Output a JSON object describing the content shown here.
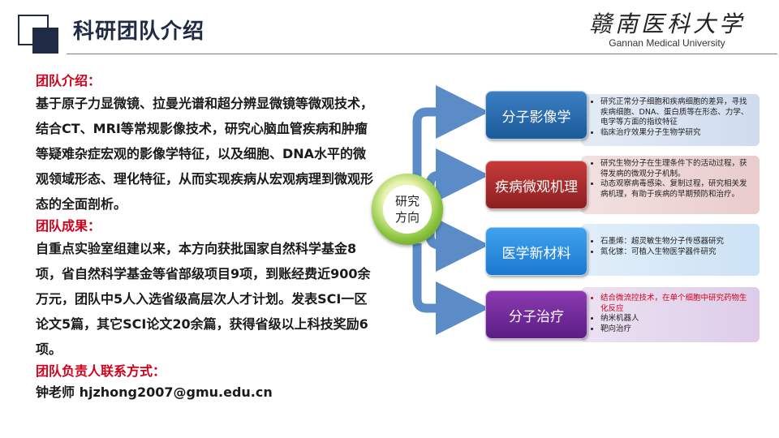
{
  "header": {
    "title": "科研团队介绍",
    "logo_cn": "赣南医科大学",
    "logo_en": "Gannan Medical University"
  },
  "intro": {
    "heading": "团队介绍：",
    "text": "基于原子力显微镜、拉曼光谱和超分辨显微镜等微观技术，结合CT、MRI等常规影像技术，研究心脑血管疾病和肿瘤等疑难杂症宏观的影像学特征，以及细胞、DNA水平的微观领域形态、理化特征，从而实现疾病从宏观病理到微观形态的全面剖析。"
  },
  "results": {
    "heading": "团队成果：",
    "text": "自重点实验室组建以来，本方向获批国家自然科学基金8项，省自然科学基金等省部级项目9项，到账经费近900余万元，团队中5人入选省级高层次人才计划。发表SCI一区论文5篇，其它SCI论文20余篇，获得省级以上科技奖励6项。"
  },
  "contact": {
    "heading": "团队负责人联系方式：",
    "text": "钟老师 hjzhong2007@gmu.edu.cn"
  },
  "hub": {
    "line1": "研究",
    "line2": "方向"
  },
  "directions": [
    {
      "label": "分子影像学",
      "items": [
        {
          "text": "研究正常分子细胞和疾病细胞的差异，寻找疾病细胞、DNA、蛋白质等在形态、力学、电学等方面的指纹特征",
          "highlight": false
        },
        {
          "text": "临床治疗效果分子生物学研究",
          "highlight": false
        }
      ]
    },
    {
      "label": "疾病微观机理",
      "items": [
        {
          "text": "研究生物分子在生理条件下的活动过程，获得发病的微观分子机制。",
          "highlight": false
        },
        {
          "text": "动态观察病毒感染、复制过程，研究相关发病机理，有助于疾病的早期预防和治疗。",
          "highlight": false
        }
      ]
    },
    {
      "label": "医学新材料",
      "items": [
        {
          "text": "石墨烯：超灵敏生物分子传感器研究",
          "highlight": false
        },
        {
          "text": "氮化镓：可植入生物医学器件研究",
          "highlight": false
        }
      ]
    },
    {
      "label": "分子治疗",
      "items": [
        {
          "text": "结合微流控技术，在单个细胞中研究药物生化反应",
          "highlight": true
        },
        {
          "text": "纳米机器人",
          "highlight": false
        },
        {
          "text": "靶向治疗",
          "highlight": false
        }
      ]
    }
  ],
  "colors": {
    "navy": "#1f2a44",
    "accent_red": "#d0021b",
    "connector_blue": "#5b8cc8"
  }
}
